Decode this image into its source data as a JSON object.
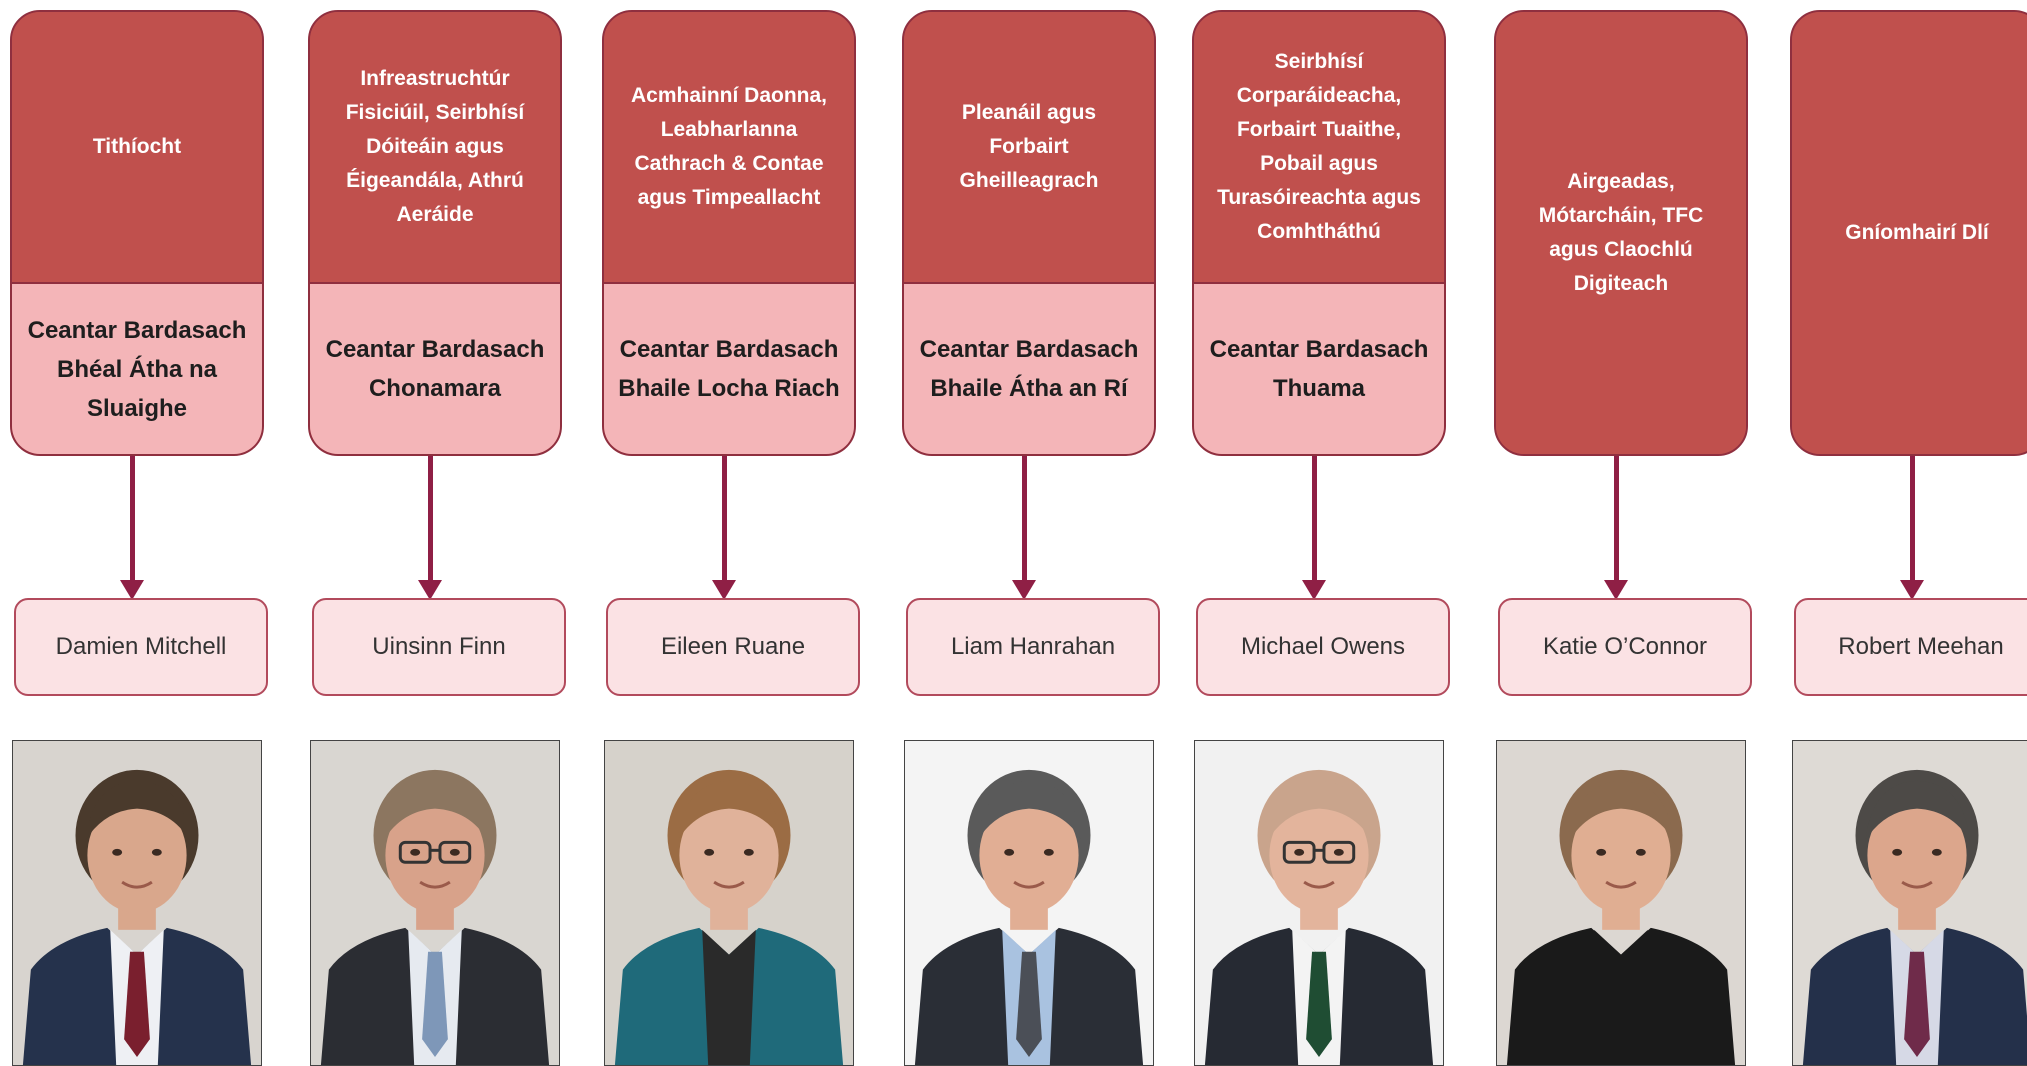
{
  "colors": {
    "dept_fill": "#c0504d",
    "area_fill": "#f4b5b8",
    "name_fill": "#fbe2e4",
    "border": "#8f2f3f",
    "arrow": "#8f1f45"
  },
  "columns": [
    {
      "department": "Tithíocht",
      "area": "Ceantar Bardasach Bhéal Átha na Sluaighe",
      "name": "Damien Mitchell",
      "photo": {
        "bg": "#d8d4cf",
        "skin": "#d9a78c",
        "hair": "#4a3a2c",
        "suit": "#25324c",
        "shirt": "#eef0f4",
        "tie": "#7a1f2e",
        "glasses": false
      }
    },
    {
      "department": "Infreastruchtúr Fisiciúil, Seirbhísí Dóiteáin agus Éigeandála, Athrú Aeráide",
      "area": "Ceantar Bardasach Chonamara",
      "name": "Uinsinn Finn",
      "photo": {
        "bg": "#d9d6d1",
        "skin": "#d8a28a",
        "hair": "#8c7660",
        "suit": "#2b2d33",
        "shirt": "#e6eaf0",
        "tie": "#7e97b8",
        "glasses": true
      }
    },
    {
      "department": "Acmhainní Daonna, Leabharlanna Cathrach & Contae agus Timpeallacht",
      "area": "Ceantar Bardasach Bhaile Locha Riach",
      "name": "Eileen Ruane",
      "photo": {
        "bg": "#d6d2cb",
        "skin": "#e0b29a",
        "hair": "#9b6c44",
        "suit": "#1f6a7a",
        "shirt": "#2a2a2a",
        "tie": "",
        "glasses": false
      }
    },
    {
      "department": "Pleanáil agus Forbairt Gheilleagrach",
      "area": "Ceantar Bardasach Bhaile Átha an Rí",
      "name": "Liam Hanrahan",
      "photo": {
        "bg": "#f4f4f4",
        "skin": "#e1ae94",
        "hair": "#5a5a5a",
        "suit": "#2a2e36",
        "shirt": "#a9c2e0",
        "tie": "#4b4f57",
        "glasses": false
      }
    },
    {
      "department": "Seirbhísí Corparáideacha, Forbairt Tuaithe, Pobail agus Turasóireachta agus Comhtháthú",
      "area": "Ceantar Bardasach Thuama",
      "name": "Michael Owens",
      "photo": {
        "bg": "#f1f1f1",
        "skin": "#e3b49c",
        "hair": "#c9a48c",
        "suit": "#262a33",
        "shirt": "#f3f3f3",
        "tie": "#1f4d33",
        "glasses": true
      }
    },
    {
      "department": "Airgeadas, Mótarcháin, TFC agus Claochlú Digiteach",
      "area": "",
      "name": "Katie O’Connor",
      "photo": {
        "bg": "#dcd7d2",
        "skin": "#e0ae92",
        "hair": "#8b6a4e",
        "suit": "#1a1a1a",
        "shirt": "#1a1a1a",
        "tie": "",
        "glasses": false
      }
    },
    {
      "department": "Gníomhairí Dlí",
      "area": "",
      "name": "Robert Meehan",
      "photo": {
        "bg": "#dedad5",
        "skin": "#dca68c",
        "hair": "#4d4a47",
        "suit": "#24304a",
        "shirt": "#d6d9e6",
        "tie": "#6f2b4a",
        "glasses": false
      }
    }
  ]
}
